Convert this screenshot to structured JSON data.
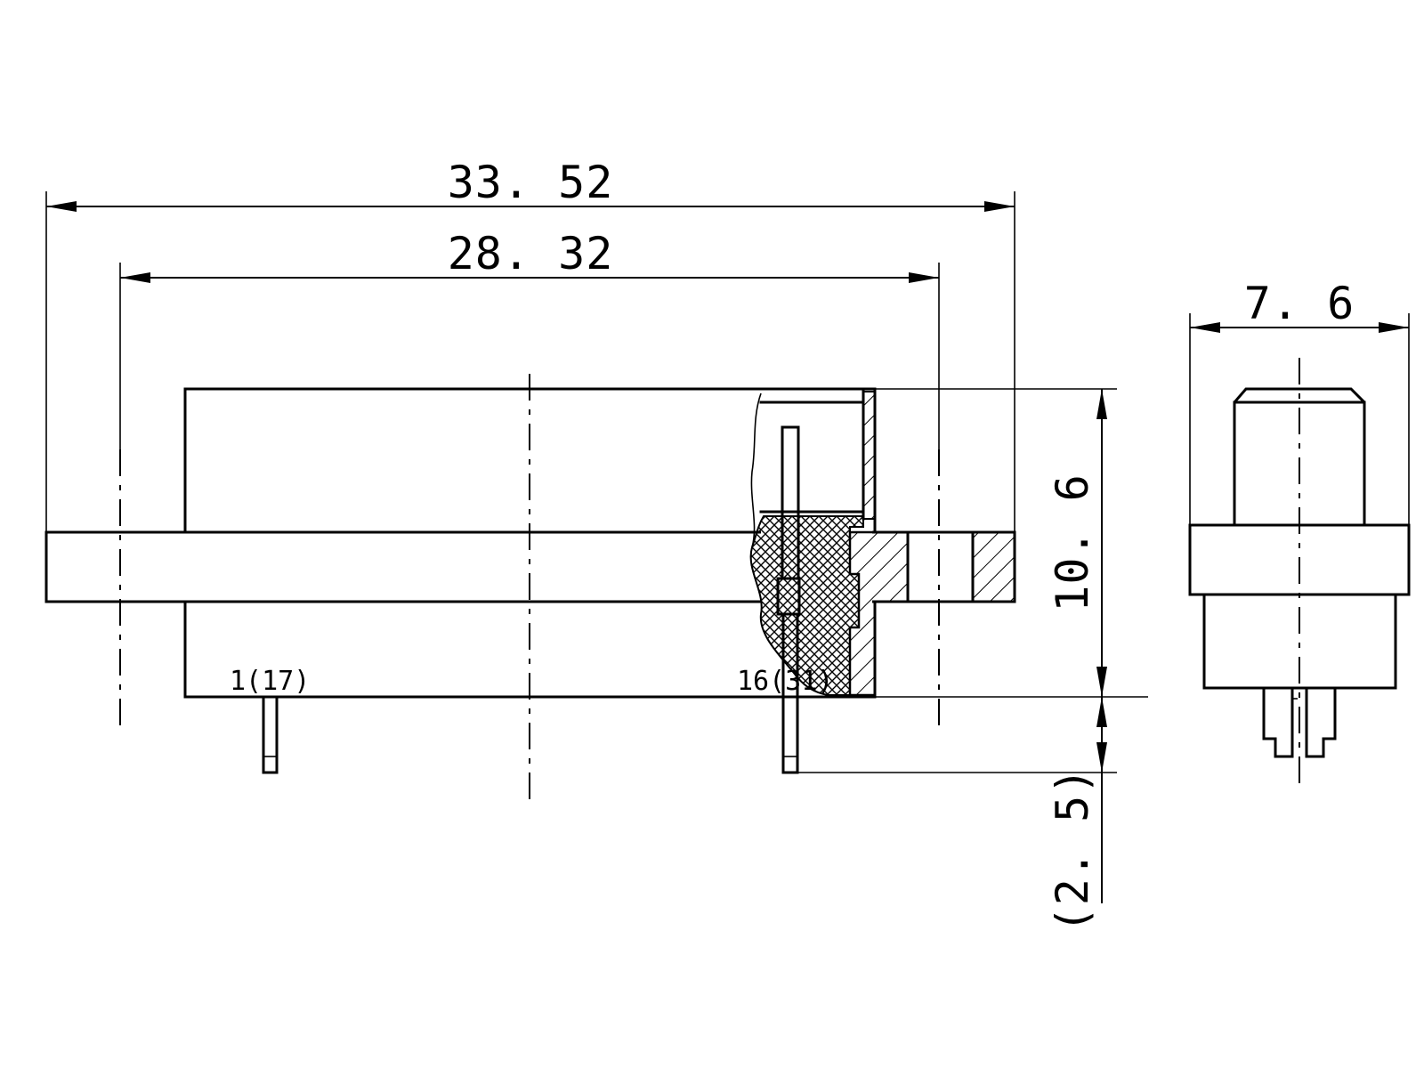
{
  "dimensions": {
    "overall_width": "33. 52",
    "flange_hole_pitch": "28. 32",
    "side_width": "7. 6",
    "height": "10. 6",
    "pin_length": "(2. 5)"
  },
  "pin_labels": {
    "first": "1(17)",
    "last": "16(31)"
  },
  "colors": {
    "line": "#000000",
    "background": "#ffffff"
  }
}
